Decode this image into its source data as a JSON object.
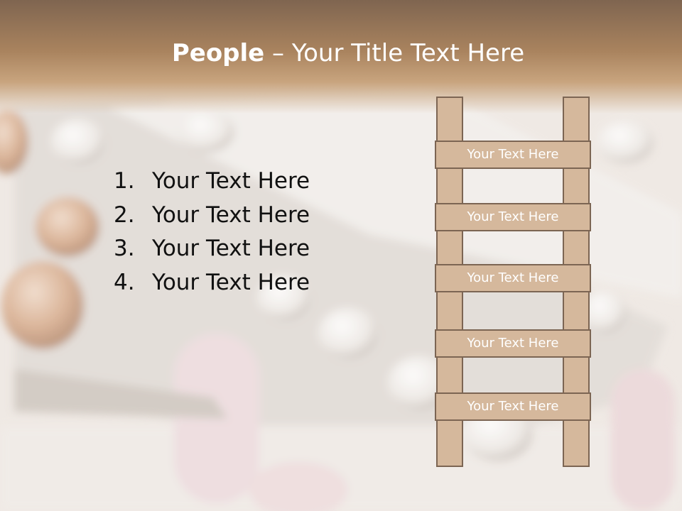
{
  "slide": {
    "title_bold": "People",
    "title_dash": " – ",
    "title_rest": "Your Title Text Here",
    "list": [
      {
        "number": "1.",
        "text": "Your Text Here"
      },
      {
        "number": "2.",
        "text": "Your Text Here"
      },
      {
        "number": "3.",
        "text": "Your Text Here"
      },
      {
        "number": "4.",
        "text": "Your Text Here"
      }
    ],
    "ladder": {
      "rungs": [
        "Your Text Here",
        "Your Text Here",
        "Your Text Here",
        "Your Text Here",
        "Your Text Here"
      ]
    }
  },
  "colors": {
    "header": "#a9835e",
    "ladder_fill": "#d5b89c",
    "ladder_stroke": "#7c6553"
  }
}
